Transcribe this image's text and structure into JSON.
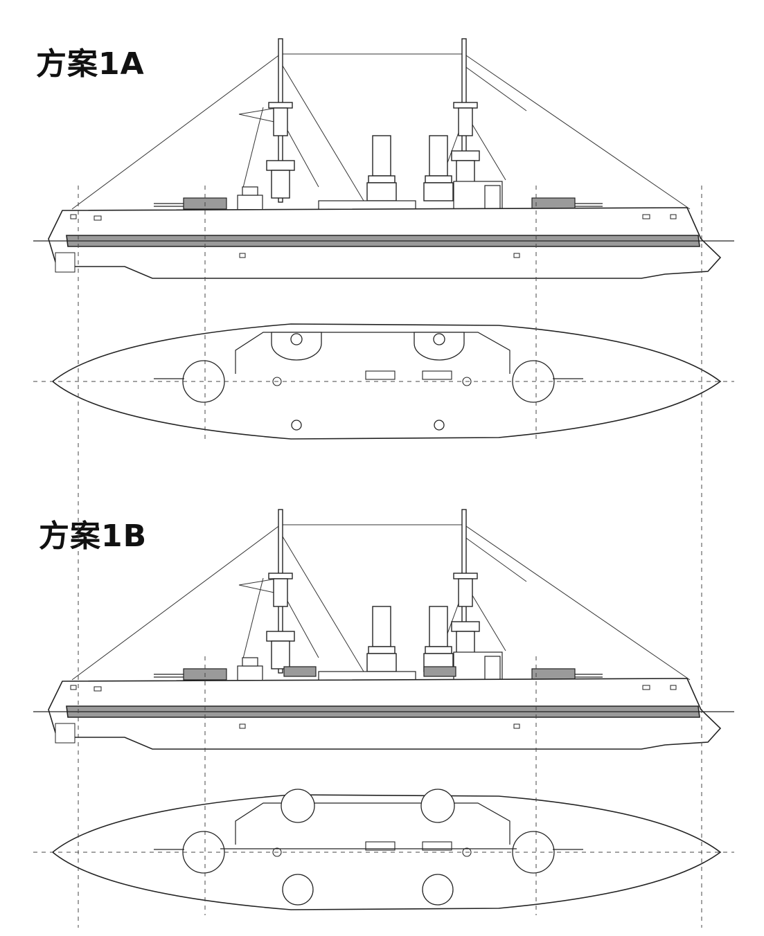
{
  "designs": [
    {
      "id": "1A",
      "label": "方案1A"
    },
    {
      "id": "1B",
      "label": "方案1B"
    }
  ],
  "colors": {
    "line": "#222222",
    "armor_fill": "#9a9a9a",
    "hull_fill": "#ffffff",
    "dash": "#444444"
  }
}
